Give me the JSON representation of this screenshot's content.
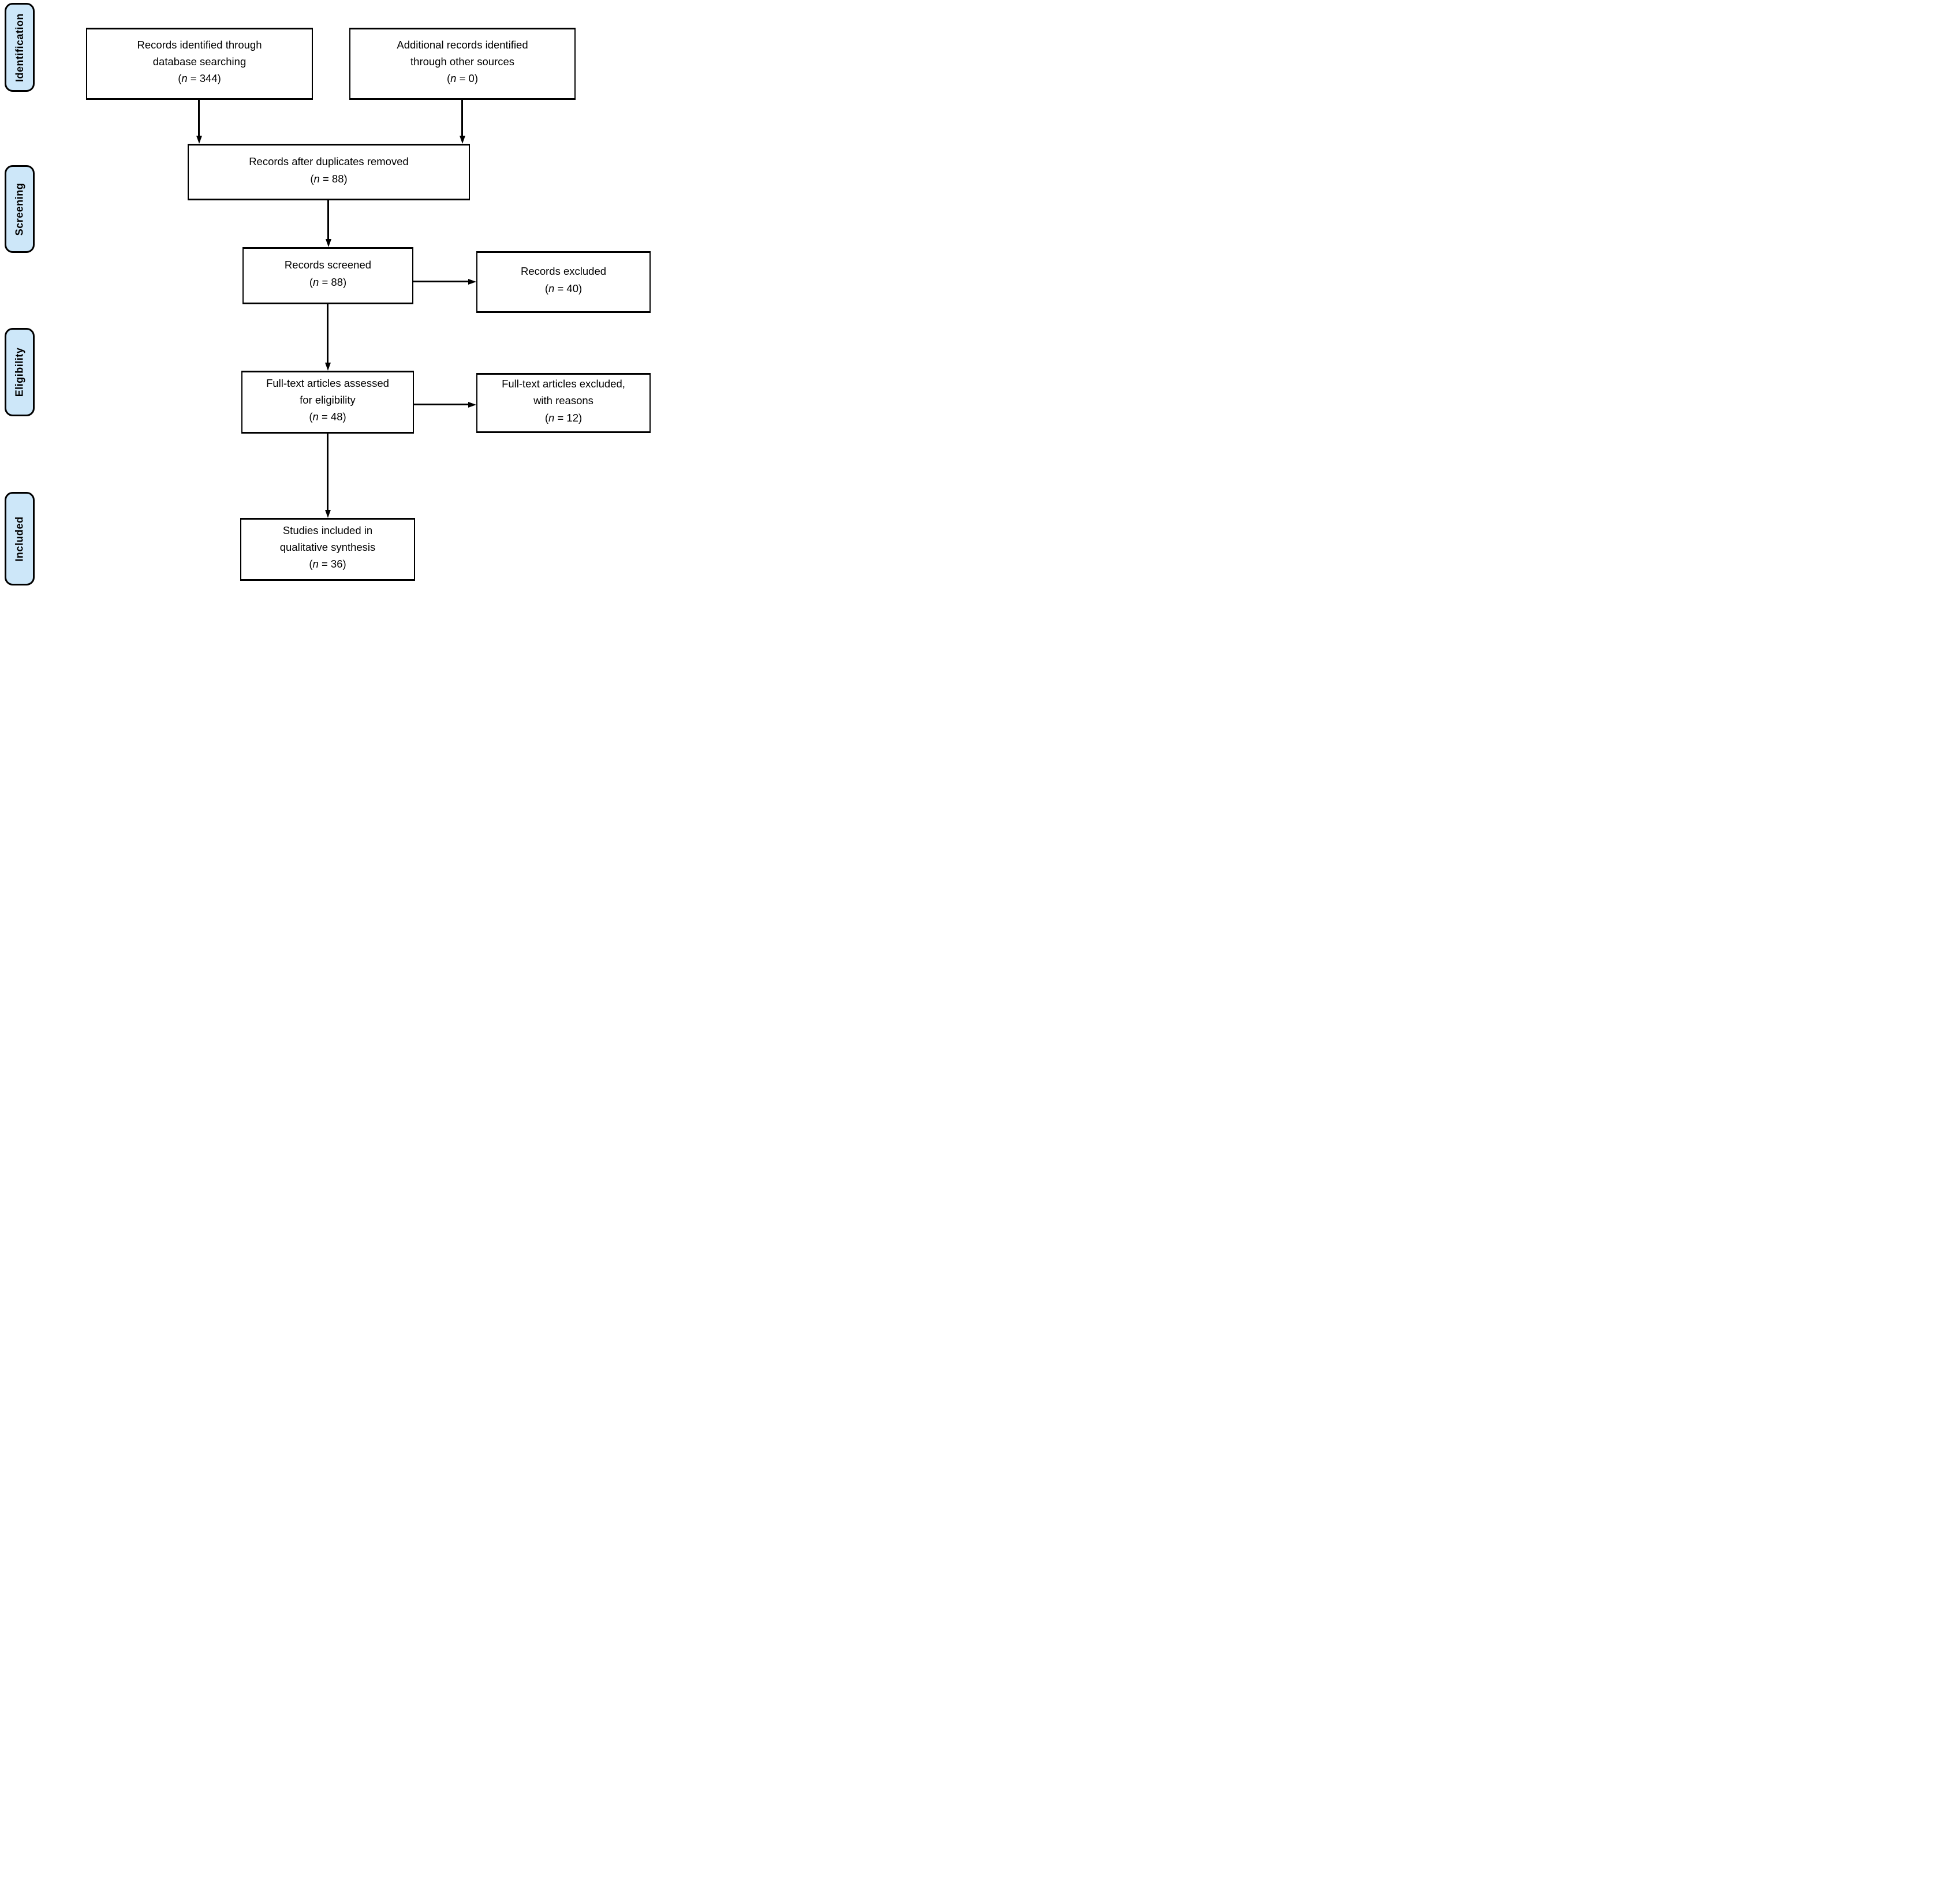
{
  "colors": {
    "background": "#ffffff",
    "stage_fill": "#cde7f9",
    "line": "#000000",
    "box_fill": "#ffffff",
    "text": "#000000"
  },
  "sidebar": {
    "stages": [
      {
        "id": "identification",
        "label": "Identification"
      },
      {
        "id": "screening",
        "label": "Screening"
      },
      {
        "id": "eligibility",
        "label": "Eligibility"
      },
      {
        "id": "included",
        "label": "Included"
      }
    ]
  },
  "boxes": {
    "records_identified": {
      "label": "Records identified through\ndatabase searching",
      "paren_open": "(",
      "n_var": "n",
      "eq": " = ",
      "n_value": "344",
      "paren_close": ")"
    },
    "additional_records": {
      "label": "Additional records identified\nthrough other sources",
      "paren_open": "(",
      "n_var": "n",
      "eq": " = ",
      "n_value": "0",
      "paren_close": ")"
    },
    "after_duplicates": {
      "label": "Records after duplicates removed",
      "paren_open": "(",
      "n_var": "n",
      "eq": " = ",
      "n_value": "88",
      "paren_close": ")"
    },
    "records_screened": {
      "label": "Records screened",
      "paren_open": "(",
      "n_var": "n",
      "eq": " = ",
      "n_value": "88",
      "paren_close": ")"
    },
    "records_excluded": {
      "label": "Records excluded",
      "paren_open": "(",
      "n_var": "n",
      "eq": " = ",
      "n_value": "40",
      "paren_close": ")"
    },
    "fulltext_assessed": {
      "label": "Full-text articles assessed\nfor eligibility",
      "paren_open": "(",
      "n_var": "n",
      "eq": " = ",
      "n_value": "48",
      "paren_close": ")"
    },
    "fulltext_excluded": {
      "label": "Full-text articles excluded,\nwith reasons",
      "paren_open": "(",
      "n_var": "n",
      "eq": " = ",
      "n_value": "12",
      "paren_close": ")"
    },
    "studies_included": {
      "label": "Studies included in\nqualitative synthesis",
      "paren_open": "(",
      "n_var": "n",
      "eq": " = ",
      "n_value": "36",
      "paren_close": ")"
    }
  }
}
